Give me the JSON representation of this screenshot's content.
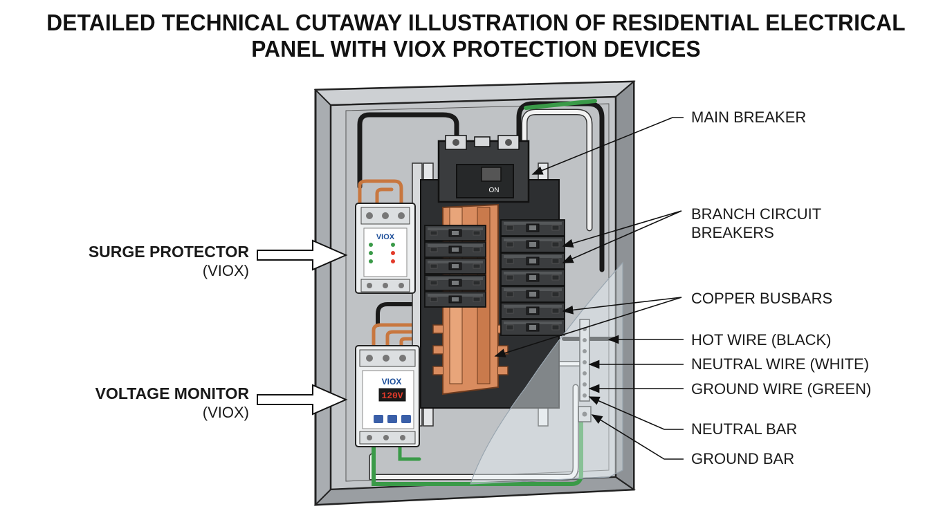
{
  "title": {
    "line1": "DETAILED TECHNICAL CUTAWAY ILLUSTRATION OF RESIDENTIAL ELECTRICAL",
    "line2": "PANEL WITH VIOX PROTECTION DEVICES"
  },
  "left_labels": {
    "surge": {
      "main": "SURGE PROTECTOR",
      "sub": "(VIOX)"
    },
    "voltage": {
      "main": "VOLTAGE MONITOR",
      "sub": "(VIOX)"
    }
  },
  "right_labels": {
    "main_breaker": "MAIN BREAKER",
    "branch_line1": "BRANCH CIRCUIT",
    "branch_line2": "BREAKERS",
    "copper_busbars": "COPPER BUSBARS",
    "hot_wire": "HOT WIRE (BLACK)",
    "neutral_wire": "NEUTRAL WIRE (WHITE)",
    "ground_wire": "GROUND WIRE (GREEN)",
    "neutral_bar": "NEUTRAL BAR",
    "ground_bar": "GROUND BAR"
  },
  "device_text": {
    "main_breaker_on": "ON",
    "surge_brand": "VIOX",
    "voltage_brand": "VIOX",
    "voltage_reading": "120V"
  },
  "colors": {
    "enclosure": "#b9bcbf",
    "copper": "#d98c5f",
    "hot_wire": "#1a1a1a",
    "neutral_wire": "#f2f2f2",
    "ground_wire": "#3a9a48",
    "display_red": "#e23a2a",
    "button_blue": "#3a5fa8"
  },
  "icons": {
    "pointer": "outline-arrow-right-icon"
  }
}
